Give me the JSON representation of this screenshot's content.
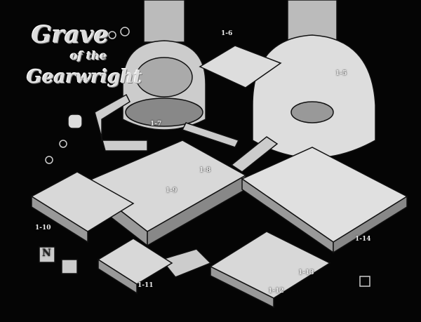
{
  "title": {
    "line1": "Grave",
    "line2": "of the",
    "line3": "Gearwright"
  },
  "compass": {
    "letter": "N"
  },
  "rooms": [
    "1-5",
    "1-6",
    "1-7",
    "1-8",
    "1-9",
    "1-10",
    "1-11",
    "1-12",
    "1-13",
    "1-14"
  ],
  "colors": {
    "background": "#050505",
    "floor": "#d8d8d8",
    "wall": "#9a9a9a",
    "ink": "#111111"
  }
}
